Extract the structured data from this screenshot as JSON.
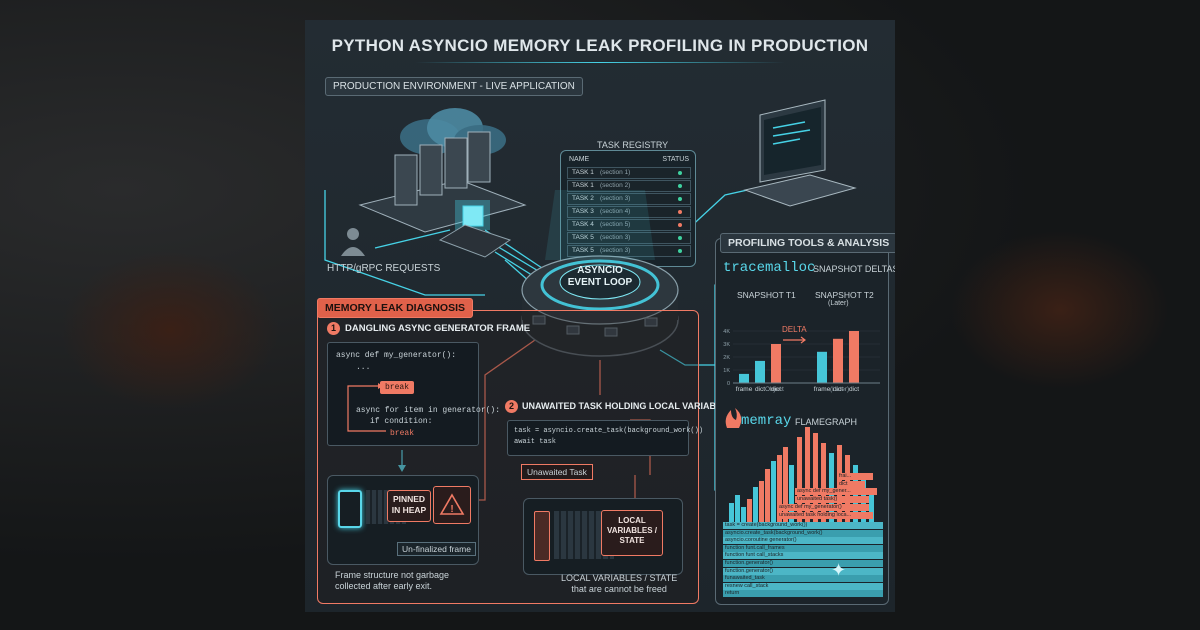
{
  "title": "PYTHON ASYNCIO MEMORY LEAK PROFILING IN PRODUCTION",
  "production": {
    "label": "PRODUCTION ENVIRONMENT - LIVE APPLICATION",
    "requests_label": "HTTP/gRPC REQUESTS"
  },
  "registry": {
    "title": "TASK REGISTRY",
    "col_name": "NAME",
    "col_status": "STATUS",
    "rows": [
      {
        "name": "TASK 1",
        "section": "(section 1)",
        "status_color": "#3fd1a0"
      },
      {
        "name": "TASK 1",
        "section": "(section 2)",
        "status_color": "#3fd1a0"
      },
      {
        "name": "TASK 2",
        "section": "(section 3)",
        "status_color": "#3fd1a0"
      },
      {
        "name": "TASK 3",
        "section": "(section 4)",
        "status_color": "#f07a64"
      },
      {
        "name": "TASK 4",
        "section": "(section 5)",
        "status_color": "#f07a64"
      },
      {
        "name": "TASK 5",
        "section": "(section 3)",
        "status_color": "#3fd1a0"
      },
      {
        "name": "TASK 5",
        "section": "(section 3)",
        "status_color": "#3fd1a0"
      }
    ]
  },
  "event_loop": {
    "line1": "ASYNCIO",
    "line2": "EVENT LOOP"
  },
  "diagnosis": {
    "title": "MEMORY LEAK DIAGNOSIS",
    "item1": {
      "num": "1",
      "title": "DANGLING ASYNC GENERATOR FRAME",
      "code_def": "async def my_generator():",
      "code_ellipsis": "...",
      "break_pill": "break",
      "code_for": "async for item in generator():",
      "code_if": "if condition:",
      "code_break": "break",
      "pinned": "PINNED\nIN HEAP",
      "unfinalized": "Un-finalized frame",
      "caption": "Frame structure not garbage\ncollected after early exit."
    },
    "item2": {
      "num": "2",
      "title": "UNAWAITED TASK HOLDING LOCAL VARIABLES",
      "code_task": "task = asyncio.create_task(background_work())",
      "code_await": "await task",
      "unawaited": "Unawaited Task",
      "locals_box": "LOCAL\nVARIABLES /\nSTATE",
      "caption": "LOCAL VARIABLES / STATE\nthat are cannot be freed"
    }
  },
  "tools": {
    "title": "PROFILING TOOLS & ANALYSIS",
    "tracemalloc": "tracemalloc",
    "snapshot_deltas": "SNAPSHOT DELTAS",
    "snapshot_t1": "SNAPSHOT T1",
    "snapshot_t2": "SNAPSHOT T2",
    "later_top": "(Later)",
    "delta": "DELTA",
    "t1_object": "Object",
    "t2_later": "(Later)",
    "memray": "memray",
    "flamegraph": "FLAMEGRAPH",
    "flame_labels": [
      "frai...",
      "dict",
      "async def my_gener...",
      "unawaited task()",
      "async def my_generator()",
      "unawaited task holding loca..."
    ],
    "stack_labels": [
      "task = create(background_work())",
      "asyncio.create_task(background_work()",
      "asyncio.coroutine generator()",
      "function funt.call_frames",
      "function funt call_stacks",
      "function.generator()",
      "function.generator()",
      "funawaited_task",
      "resnew call_stack",
      "return"
    ]
  },
  "chart_data": {
    "type": "bar",
    "title": "SNAPSHOT DELTAS",
    "ylabel": "",
    "yticks": [
      "4K",
      "3K",
      "2K",
      "1K",
      "0"
    ],
    "ylim": [
      0,
      4000
    ],
    "groups": [
      {
        "name": "SNAPSHOT T1",
        "categories": [
          "frame",
          "dict",
          "dict"
        ],
        "values": [
          700,
          1700,
          3000
        ],
        "colors": [
          "#46c6d8",
          "#46c6d8",
          "#f07a64"
        ]
      },
      {
        "name": "SNAPSHOT T2",
        "categories": [
          "frame",
          "dict",
          "dict"
        ],
        "values": [
          2400,
          3400,
          4100
        ],
        "colors": [
          "#46c6d8",
          "#f07a64",
          "#f07a64"
        ]
      }
    ]
  },
  "colors": {
    "accent": "#46d2e6",
    "alert": "#f07a64",
    "ok": "#3fd1a0"
  }
}
